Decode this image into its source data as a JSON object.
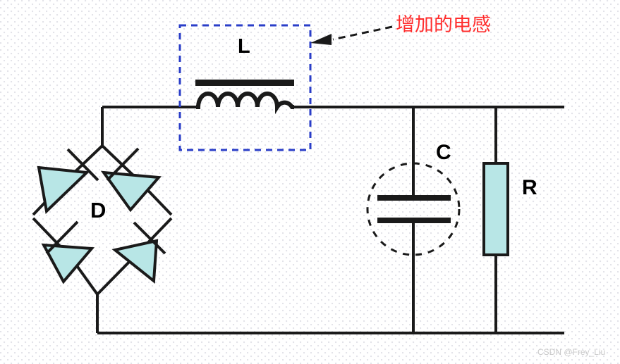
{
  "diagram": {
    "title_annotation": "增加的电感",
    "annotation_color": "#ff2d2d",
    "component_fill": "#b8e6e6",
    "wire_color": "#1a1a1a",
    "highlight_box_color": "#2a3ec8",
    "labels": {
      "inductor": "L",
      "diode_bridge": "D",
      "capacitor": "C",
      "resistor": "R"
    }
  },
  "watermark": {
    "text": "CSDN @Frey_Liu"
  }
}
